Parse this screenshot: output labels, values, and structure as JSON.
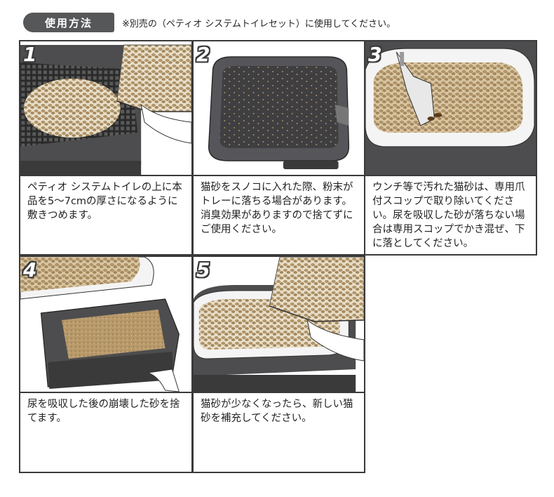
{
  "header": {
    "title": "使用方法",
    "note": "※別売の（ペティオ システムトイレセット）に使用してください。"
  },
  "steps": [
    {
      "number": "1",
      "text": "ペティオ システムトイレの上に本品を5～7cmの厚さになるように敷きつめます。"
    },
    {
      "number": "2",
      "text": "猫砂をスノコに入れた際、粉末がトレーに落ちる場合があります。消臭効果がありますので捨てずにご使用ください。"
    },
    {
      "number": "3",
      "text": "ウンチ等で汚れた猫砂は、専用爪付スコップで取り除いてください。尿を吸収した砂が落ちない場合は専用スコップでかき混ぜ、下に落としてください。"
    },
    {
      "number": "4",
      "text": "尿を吸収した後の崩壊した砂を捨てます。"
    },
    {
      "number": "5",
      "text": "猫砂が少なくなったら、新しい猫砂を補充してください。"
    }
  ],
  "colors": {
    "badge": "#555759",
    "frame": "#3a3a3a",
    "tray_dark": "#4d4d4f",
    "litter": "#c8a878"
  }
}
